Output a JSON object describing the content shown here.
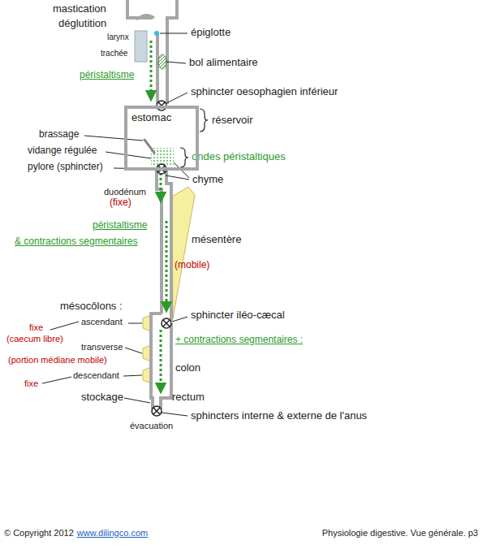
{
  "diagram": {
    "nodes": [
      {
        "text": [
          "estomac"
        ]
      }
    ],
    "labels": [
      "mastication",
      "déglutition",
      "larynx",
      "épiglotte",
      "trachée",
      "bol alimentaire",
      "péristaltisme",
      "sphincter oesophagien inférieur",
      "réservoir",
      "brassage",
      "vidange régulée",
      "ondes péristaltiques",
      "pylore (sphincter)",
      "chyme",
      "duodénum",
      "(fixe)",
      "péristaltisme",
      "& contractions segmentaires",
      "mésentère",
      "(mobile)",
      "mésocôlons :",
      "sphincter iléo-cæcal",
      "ascendant",
      "fixe",
      "(caecum libre)",
      "+ contractions segmentaires :",
      "transverse",
      "(portion médiane mobile)",
      "colon",
      "fixe",
      "descendant",
      "stockage",
      "rectum",
      "sphincters interne & externe de l'anus",
      "évacuation",
      "© Copyright 2012",
      "www.dilingco.com",
      "Physiologie digestive. Vue générale. p3"
    ]
  }
}
